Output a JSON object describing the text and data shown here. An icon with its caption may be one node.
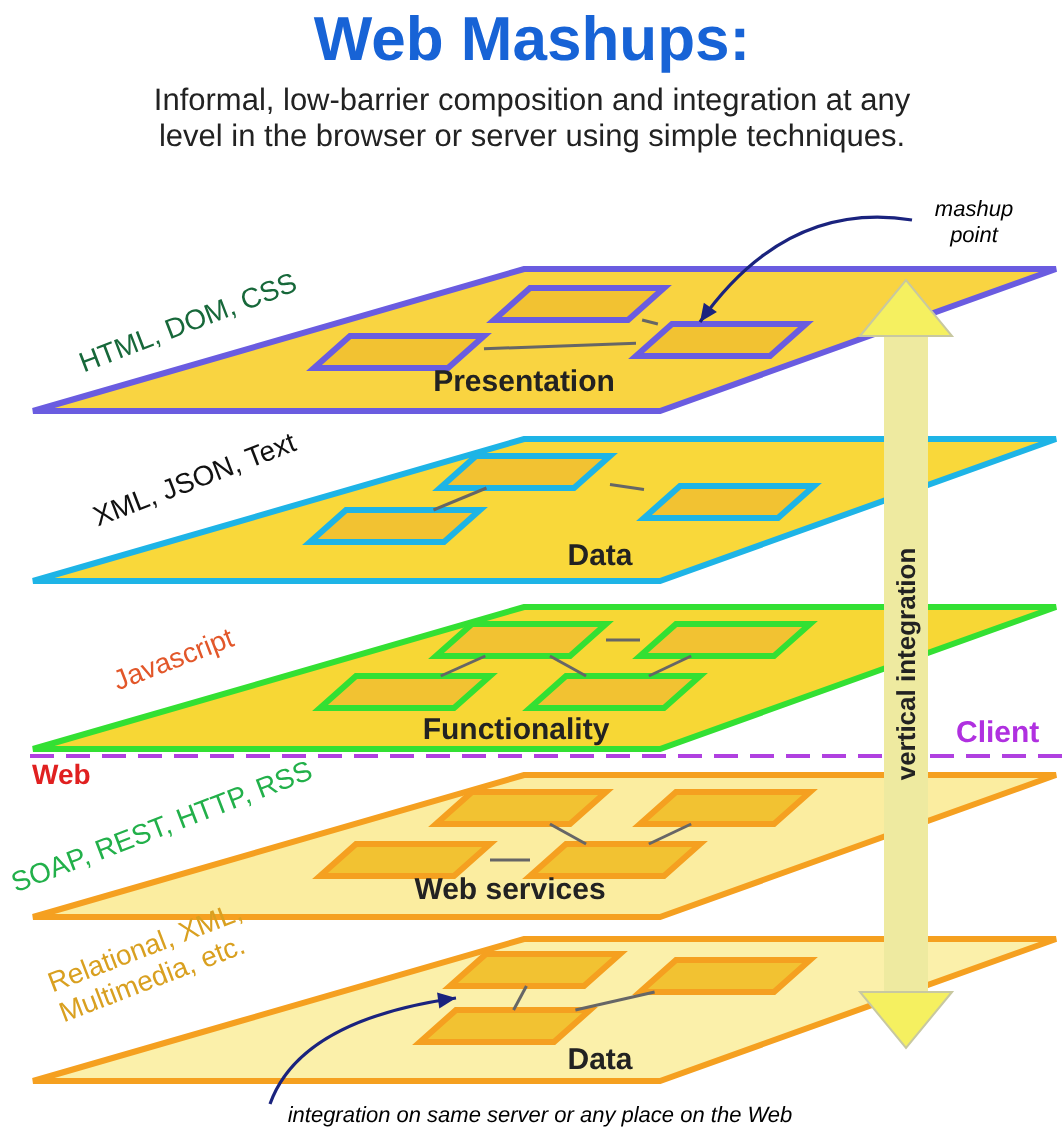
{
  "diagram": {
    "title": "Web Mashups:",
    "nodes": [
      {
        "text": [
          "Presentation"
        ],
        "beside": [
          "HTML, DOM, CSS"
        ]
      },
      {
        "text": [],
        "shape": "parallelogram",
        "in": 0
      },
      {
        "text": [],
        "shape": "parallelogram",
        "in": 0
      },
      {
        "text": [],
        "shape": "parallelogram",
        "in": 0
      },
      {
        "text": [
          "Data"
        ],
        "beside": [
          "XML, JSON, Text"
        ]
      },
      {
        "text": [],
        "shape": "parallelogram",
        "in": 4
      },
      {
        "text": [],
        "shape": "parallelogram",
        "in": 4
      },
      {
        "text": [],
        "shape": "parallelogram",
        "in": 4
      },
      {
        "text": [
          "Functionality"
        ],
        "beside": [
          "Javascript"
        ]
      },
      {
        "text": [],
        "shape": "parallelogram",
        "in": 8
      },
      {
        "text": [],
        "shape": "parallelogram",
        "in": 8
      },
      {
        "text": [],
        "shape": "parallelogram",
        "in": 8
      },
      {
        "text": [],
        "shape": "parallelogram",
        "in": 8
      },
      {
        "text": [
          "Web services"
        ],
        "beside": [
          "SOAP, REST, HTTP, RSS"
        ]
      },
      {
        "text": [],
        "shape": "parallelogram",
        "in": 13
      },
      {
        "text": [],
        "shape": "parallelogram",
        "in": 13
      },
      {
        "text": [],
        "shape": "parallelogram",
        "in": 13
      },
      {
        "text": [],
        "shape": "parallelogram",
        "in": 13
      },
      {
        "text": [
          "Data"
        ],
        "beside": [
          "Relational, XML, Multimedia, etc."
        ]
      },
      {
        "text": [],
        "shape": "parallelogram",
        "in": 18
      },
      {
        "text": [],
        "shape": "parallelogram",
        "in": 18
      },
      {
        "text": [],
        "shape": "parallelogram",
        "in": 18
      },
      {
        "text": [
          "mashup point"
        ]
      },
      {
        "text": [
          "integration on same server or any place on the Web"
        ]
      }
    ],
    "edges": [
      {
        "from": 1,
        "to": 2,
        "arrow": "none"
      },
      {
        "from": 3,
        "to": 2,
        "arrow": "none"
      },
      {
        "from": 5,
        "to": 7,
        "arrow": "none"
      },
      {
        "from": 5,
        "to": 6,
        "arrow": "none"
      },
      {
        "from": 9,
        "to": 10,
        "arrow": "none"
      },
      {
        "from": 9,
        "to": 11,
        "arrow": "none"
      },
      {
        "from": 9,
        "to": 12,
        "arrow": "none"
      },
      {
        "from": 10,
        "to": 12,
        "arrow": "none"
      },
      {
        "from": 14,
        "to": 17,
        "arrow": "none"
      },
      {
        "from": 15,
        "to": 17,
        "arrow": "none"
      },
      {
        "from": 16,
        "to": 17,
        "arrow": "none"
      },
      {
        "from": 19,
        "to": 21,
        "arrow": "none"
      },
      {
        "from": 21,
        "to": 20,
        "arrow": "none"
      },
      {
        "from": 22,
        "to": 2,
        "arrow": "to",
        "color": "#1a237e"
      },
      {
        "from": 23,
        "to": 18,
        "arrow": "to",
        "color": "#1a237e"
      },
      {
        "from": 0,
        "to": 18,
        "arrow": "both",
        "label": "vertical integration",
        "style": "thick",
        "color": "#eeeaa0"
      }
    ],
    "labels": [
      "Informal, low-barrier composition and integration at any level in the browser or server using simple techniques.",
      "Web",
      "Client"
    ]
  }
}
